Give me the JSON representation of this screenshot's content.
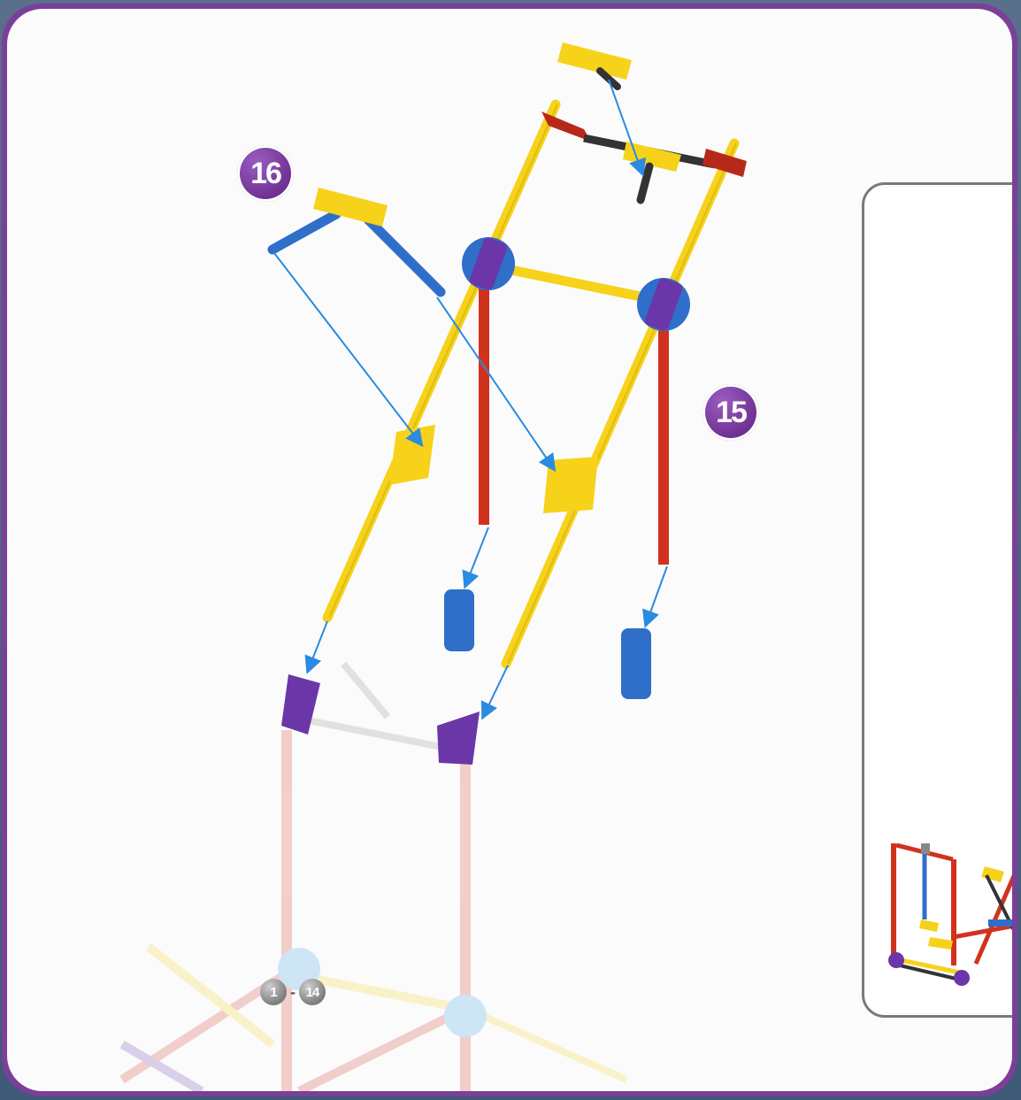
{
  "steps": {
    "step15": "15",
    "step16": "16",
    "range_start": "1",
    "range_dash": "-",
    "range_end": "14"
  },
  "colors": {
    "frame": "#7b3f98",
    "yellow_rod": "#f6d21a",
    "red_rod": "#d1321e",
    "blue_rod": "#2f6fc9",
    "purple_connector": "#6b36a8",
    "blue_connector": "#2f6fc9",
    "arrow": "#2a8be0"
  }
}
